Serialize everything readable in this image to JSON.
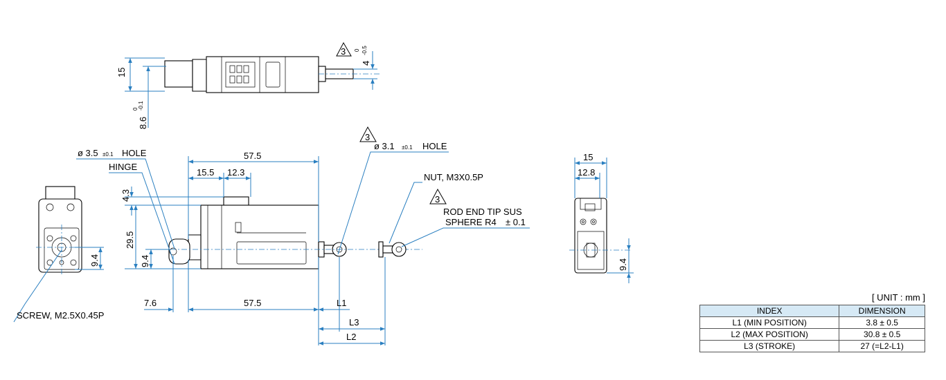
{
  "top_view": {
    "dim_height": "15",
    "dim_offset_main": "8.6",
    "dim_offset_tol_upper": "0",
    "dim_offset_tol_lower": "-0.1",
    "rev_mark": "3",
    "dim_rod": "4",
    "dim_rod_tol_upper": "0",
    "dim_rod_tol_lower": "-0.5"
  },
  "front_view": {
    "hole_left_dia": "ø 3.5",
    "hole_left_tol": "±0.1",
    "hole_left_suffix": "HOLE",
    "hinge_label": "HINGE",
    "dim_overall": "57.5",
    "dim_15_5": "15.5",
    "dim_12_3": "12.3",
    "dim_4_3": "4.3",
    "dim_29_5": "29.5",
    "dim_9_4": "9.4",
    "dim_7_6": "7.6",
    "dim_bottom_57_5": "57.5",
    "dim_L1": "L1",
    "dim_L3": "L3",
    "dim_L2": "L2",
    "rev_mark_hole": "3",
    "hole_right_dia": "ø 3.1",
    "hole_right_tol": "±0.1",
    "hole_right_suffix": "HOLE",
    "nut_label": "NUT, M3X0.5P",
    "rev_mark_rod": "3",
    "rod_end_line1": "ROD END TIP SUS",
    "rod_end_line2": "SPHERE R4",
    "rod_end_tol": "± 0.1"
  },
  "left_view": {
    "dim_9_4": "9.4",
    "screw_label": "SCREW, M2.5X0.45P"
  },
  "right_view": {
    "dim_15": "15",
    "dim_12_8": "12.8",
    "dim_9_4": "9.4"
  },
  "spec_table": {
    "unit_label": "[ UNIT : mm ]",
    "headers": [
      "INDEX",
      "DIMENSION"
    ],
    "rows": [
      [
        "L1 (MIN POSITION)",
        "3.8 ± 0.5"
      ],
      [
        "L2 (MAX POSITION)",
        "30.8 ± 0.5"
      ],
      [
        "L3 (STROKE)",
        "27 (=L2-L1)"
      ]
    ]
  },
  "colors": {
    "dimension_lines": "#2a7fc0",
    "table_header": "#d6e9f5",
    "outline": "#000000"
  }
}
